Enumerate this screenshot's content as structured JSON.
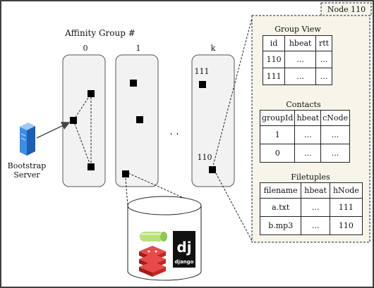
{
  "diagram": {
    "affinity_title": "Affinity Group #",
    "group_labels": [
      "0",
      "1",
      "k"
    ],
    "ellipsis": "· ·",
    "bootstrap_label": [
      "Bootstrap",
      "Server"
    ],
    "node_labels": {
      "top": "111",
      "bottom": "110"
    },
    "node_panel_title": "Node 110",
    "db_logos": {
      "django_mark": "dj",
      "django_word": "django"
    }
  },
  "group_view": {
    "title": "Group View",
    "headers": [
      "id",
      "hbeat",
      "rtt"
    ],
    "rows": [
      [
        "110",
        "...",
        "..."
      ],
      [
        "111",
        "...",
        "..."
      ]
    ]
  },
  "contacts": {
    "title": "Contacts",
    "headers": [
      "groupId",
      "hbeat",
      "cNode"
    ],
    "rows": [
      [
        "1",
        "...",
        "..."
      ],
      [
        "0",
        "...",
        "..."
      ]
    ]
  },
  "filetuples": {
    "title": "Filetuples",
    "headers": [
      "filename",
      "hbeat",
      "hNode"
    ],
    "rows": [
      [
        "a.txt",
        "...",
        "111"
      ],
      [
        "b.mp3",
        "...",
        "110"
      ]
    ]
  },
  "colors": {
    "group_fill": "#f2f2f2",
    "panel_fill": "#f7f4ea",
    "server_blue": "#3a8ee6",
    "db_green": "#b8e07a",
    "db_red": "#d72b2b",
    "django_black": "#111111"
  }
}
